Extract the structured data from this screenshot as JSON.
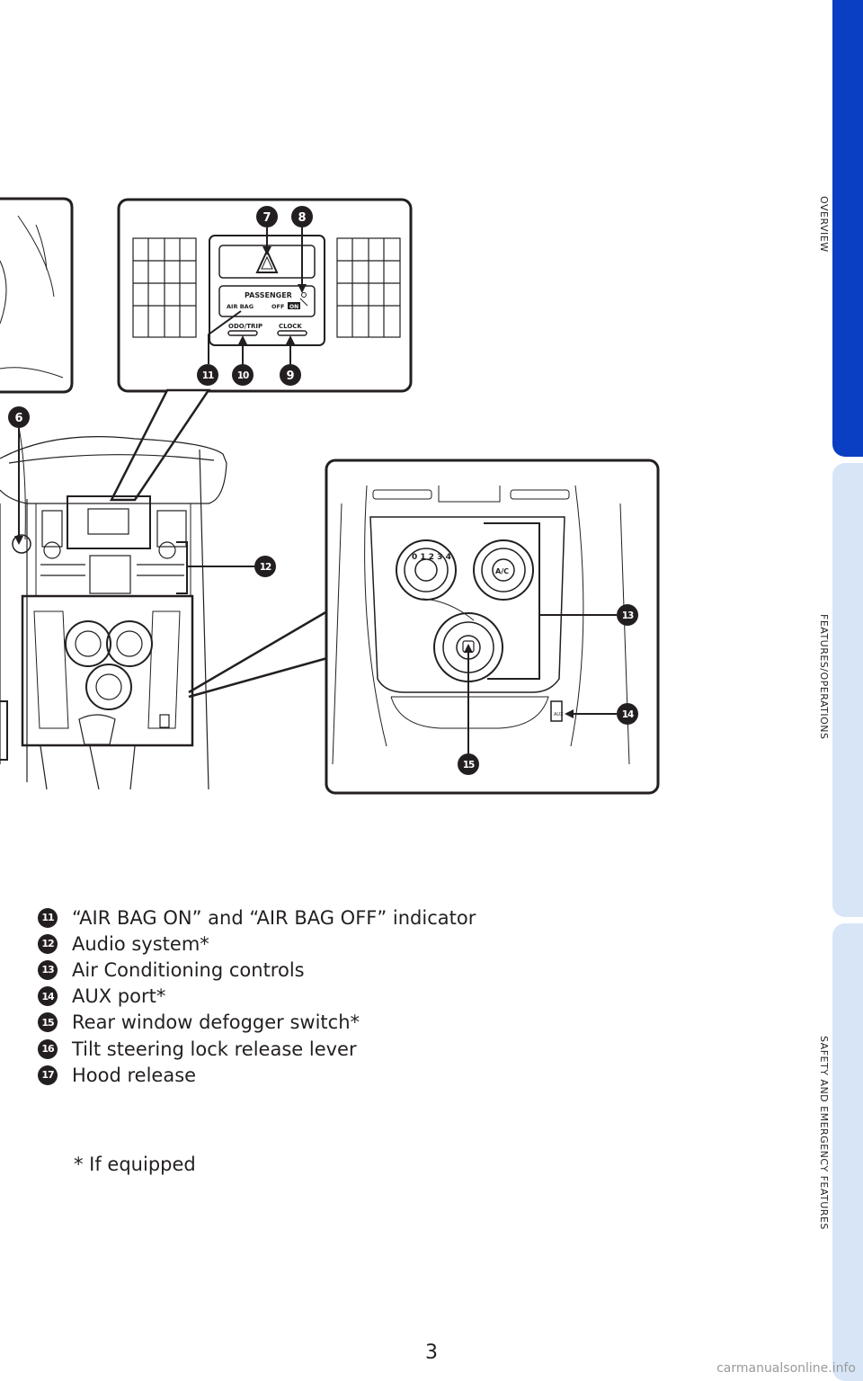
{
  "tabs": {
    "overview": "OVERVIEW",
    "features": "FEATURES/OPERATIONS",
    "safety": "SAFETY AND EMERGENCY FEATURES"
  },
  "diagram": {
    "callouts": [
      "7",
      "8",
      "9",
      "10",
      "11",
      "6",
      "12",
      "13",
      "14",
      "15"
    ],
    "panel_labels": {
      "passenger": "PASSENGER",
      "air_bag": "AIR  BAG",
      "off": "OFF",
      "on": "ON",
      "odo_trip": "ODO/TRIP",
      "clock": "CLOCK",
      "ac": "A/C",
      "aux": "AUX"
    }
  },
  "legend": [
    {
      "num": "11",
      "text": "“AIR BAG ON” and “AIR BAG OFF” indicator"
    },
    {
      "num": "12",
      "text": "Audio system*"
    },
    {
      "num": "13",
      "text": "Air Conditioning controls"
    },
    {
      "num": "14",
      "text": "AUX port*"
    },
    {
      "num": "15",
      "text": "Rear window defogger switch*"
    },
    {
      "num": "16",
      "text": "Tilt steering lock release lever"
    },
    {
      "num": "17",
      "text": "Hood release"
    }
  ],
  "footnote": "* If equipped",
  "page_number": "3",
  "watermark": "carmanualsonline.info",
  "colors": {
    "tab_active": "#0a3ec3",
    "tab_inactive": "#d7e5f7",
    "ink": "#231f20"
  }
}
